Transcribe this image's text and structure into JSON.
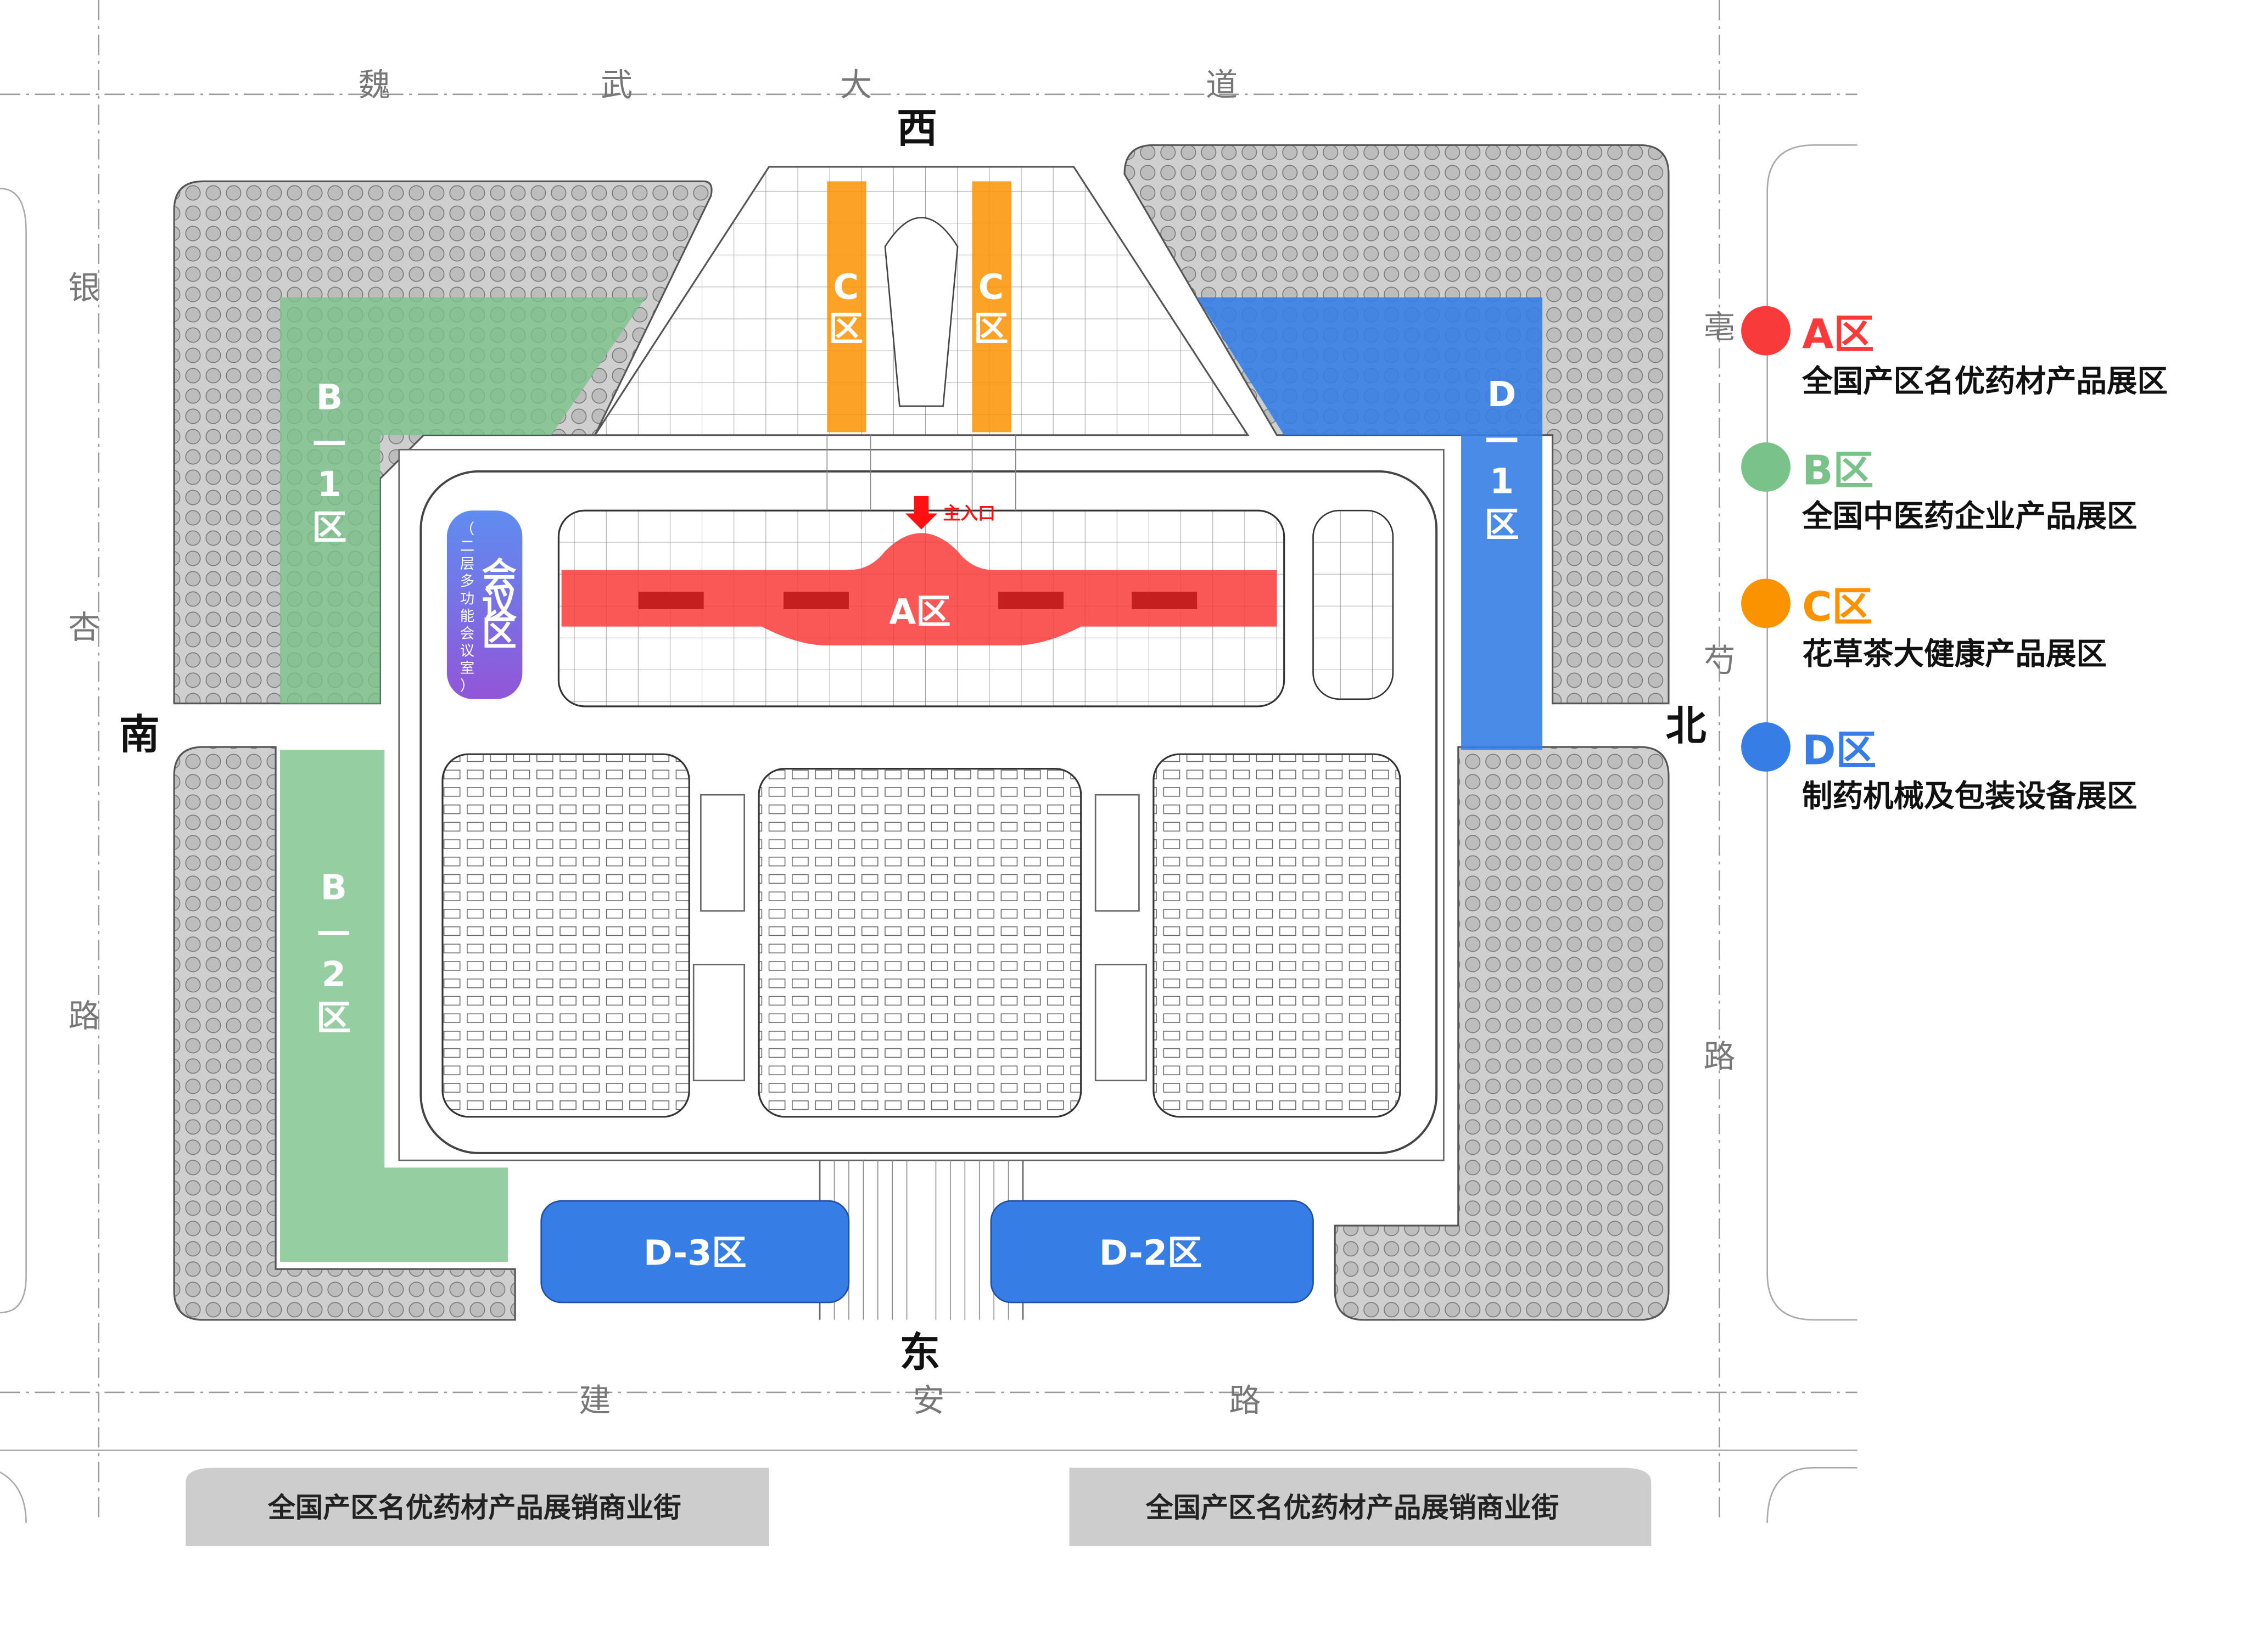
{
  "compass": {
    "west": "西",
    "east": "东",
    "south": "南",
    "north": "北"
  },
  "roads": {
    "top": [
      "魏",
      "武",
      "大",
      "道"
    ],
    "left": [
      "银",
      "杏",
      "路"
    ],
    "right": [
      "亳",
      "芍",
      "路"
    ],
    "bottom": [
      "建",
      "安",
      "路"
    ]
  },
  "main_entrance": "主入口",
  "zones": {
    "a": "A区",
    "b1": [
      "B",
      "—",
      "1",
      "区"
    ],
    "b2": [
      "B",
      "—",
      "2",
      "区"
    ],
    "c": [
      "C",
      "区"
    ],
    "d1": [
      "D",
      "—",
      "1",
      "区"
    ],
    "d2": "D-2区",
    "d3": "D-3区",
    "conference": {
      "title": [
        "会",
        "议",
        "区"
      ],
      "subtitle": [
        "（",
        "二",
        "层",
        "多",
        "功",
        "能",
        "会",
        "议",
        "室",
        "）"
      ]
    }
  },
  "legend": [
    {
      "title": "A区",
      "desc": "全国产区名优药材产品展区",
      "color": "#f93a3a"
    },
    {
      "title": "B区",
      "desc": "全国中医药企业产品展区",
      "color": "#79c28a"
    },
    {
      "title": "C区",
      "desc": "花草茶大健康产品展区",
      "color": "#fb9200"
    },
    {
      "title": "D区",
      "desc": "制药机械及包装设备展区",
      "color": "#367ee6"
    }
  ],
  "banners": [
    "全国产区名优药材产品展销商业街",
    "全国产区名优药材产品展销商业街"
  ],
  "colors": {
    "purple_top": "#5f8cf0",
    "purple_bottom": "#9256d8",
    "landscape": "#c9c9c9",
    "banner": "#cdcdcd"
  }
}
